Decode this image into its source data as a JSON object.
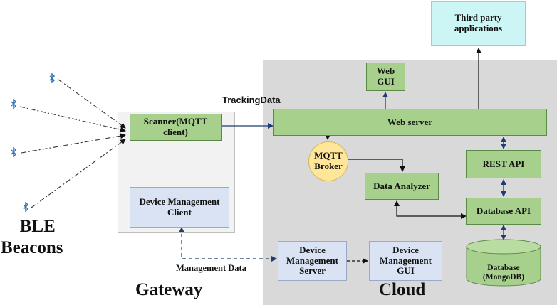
{
  "beacons": {
    "label_line1": "BLE",
    "label_line2": "Beacons",
    "icon": "bluetooth-icon",
    "count": 4
  },
  "gateway": {
    "title": "Gateway",
    "scanner": "Scanner(MQTT\nclient)",
    "device_client": "Device Management\nClient"
  },
  "cloud": {
    "title": "Cloud",
    "web_gui": "Web\nGUI",
    "web_server": "Web server",
    "mqtt_broker": "MQTT\nBroker",
    "rest_api": "REST API",
    "data_analyzer": "Data Analyzer",
    "database_api": "Database API",
    "device_server": "Device\nManagement\nServer",
    "device_gui": "Device\nManagement\nGUI",
    "database": "Database\n(MongoDB)"
  },
  "third_party": "Third party\napplications",
  "labels": {
    "tracking_data": "TrackingData",
    "management_data": "Management Data"
  },
  "colors": {
    "green": "#a8d08d",
    "blue": "#dae3f3",
    "cyan": "#ccf5f5",
    "broker": "#ffe699",
    "cloud_bg": "#d9d9d9",
    "gateway_bg": "#f2f2f2",
    "arrow_blue": "#1f3b73"
  }
}
